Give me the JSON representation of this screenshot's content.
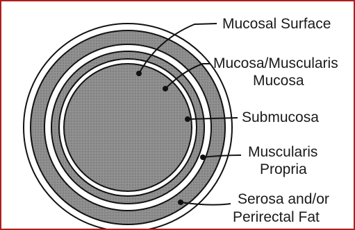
{
  "labels": {
    "mucosal_surface": "Mucosal Surface",
    "mucosa_line1": "Mucosa/Muscularis",
    "mucosa_line2": "Mucosa",
    "submucosa": "Submucosa",
    "muscularis_line1": "Muscularis",
    "muscularis_line2": "Propria",
    "serosa_line1": "Serosa and/or",
    "serosa_line2": "Perirectal Fat"
  },
  "colors": {
    "border": "#b11e1e",
    "shaded_layer": "#8d8d8d",
    "line": "#111111",
    "background": "#ffffff"
  }
}
